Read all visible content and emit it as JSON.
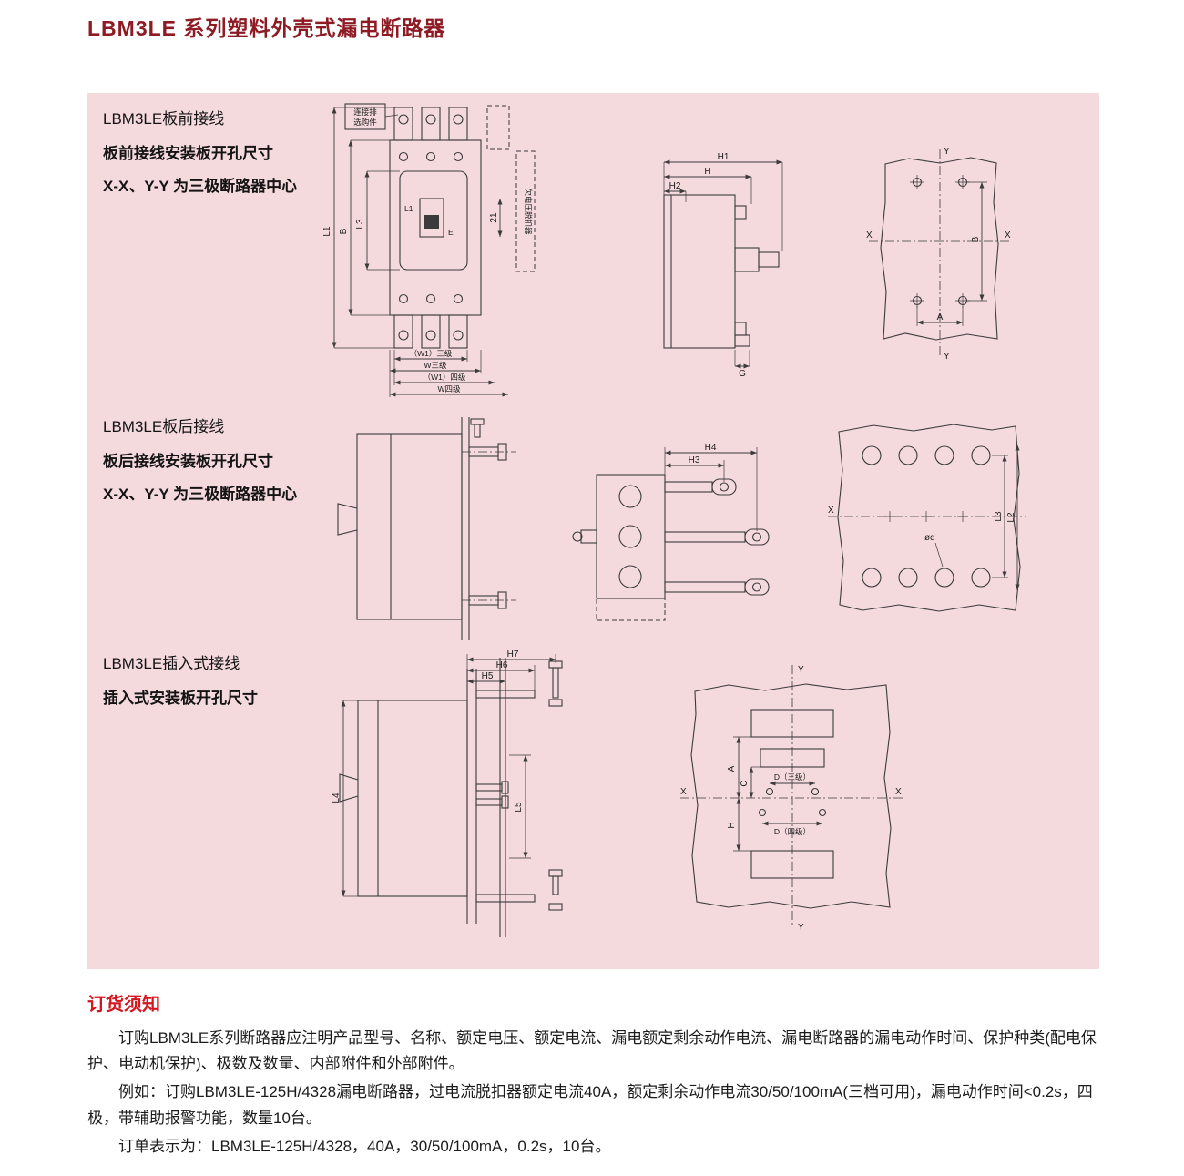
{
  "page": {
    "title": "LBM3LE 系列塑料外壳式漏电断路器"
  },
  "sections": {
    "front": {
      "title": "LBM3LE板前接线",
      "sub1": "板前接线安装板开孔尺寸",
      "sub2": "X-X、Y-Y 为三极断路器中心"
    },
    "rear": {
      "title": "LBM3LE板后接线",
      "sub1": "板后接线安装板开孔尺寸",
      "sub2": "X-X、Y-Y 为三极断路器中心"
    },
    "plugin": {
      "title": "LBM3LE插入式接线",
      "sub1": "插入式安装板开孔尺寸"
    }
  },
  "labels": {
    "front_view": {
      "note1": "连接排",
      "note2": "选购件",
      "L1": "L1",
      "B": "B",
      "L3": "L3",
      "E": "E",
      "d21": "21",
      "undervoltage": "欠电压脱扣器",
      "w1_3": "（W1）三级",
      "w3": "W三级",
      "w1_4": "（W1）四级",
      "w4": "W四级"
    },
    "side_view": {
      "H1": "H1",
      "H": "H",
      "H2": "H2",
      "G": "G"
    },
    "holes1": {
      "X": "X",
      "Y": "Y",
      "B": "B",
      "A": "A"
    },
    "rear_view": {
      "H4": "H4",
      "H3": "H3"
    },
    "holes2": {
      "X": "X",
      "L3": "L3",
      "L2": "L2",
      "od": "ød"
    },
    "plugin_view": {
      "H7": "H7",
      "H6": "H6",
      "H5": "H5",
      "L4": "L4",
      "L5": "L5"
    },
    "holes3": {
      "X": "X",
      "Y": "Y",
      "A": "A",
      "C": "C",
      "H": "H",
      "D3": "D（三级）",
      "D4": "D（四级）"
    }
  },
  "ordering": {
    "heading": "订货须知",
    "para1": "订购LBM3LE系列断路器应注明产品型号、名称、额定电压、额定电流、漏电额定剩余动作电流、漏电断路器的漏电动作时间、保护种类(配电保护、电动机保护)、极数及数量、内部附件和外部附件。",
    "para2": "例如：订购LBM3LE-125H/4328漏电断路器，过电流脱扣器额定电流40A，额定剩余动作电流30/50/100mA(三档可用)，漏电动作时间<0.2s，四极，带辅助报警功能，数量10台。",
    "para3": "订单表示为：LBM3LE-125H/4328，40A，30/50/100mA，0.2s，10台。"
  }
}
